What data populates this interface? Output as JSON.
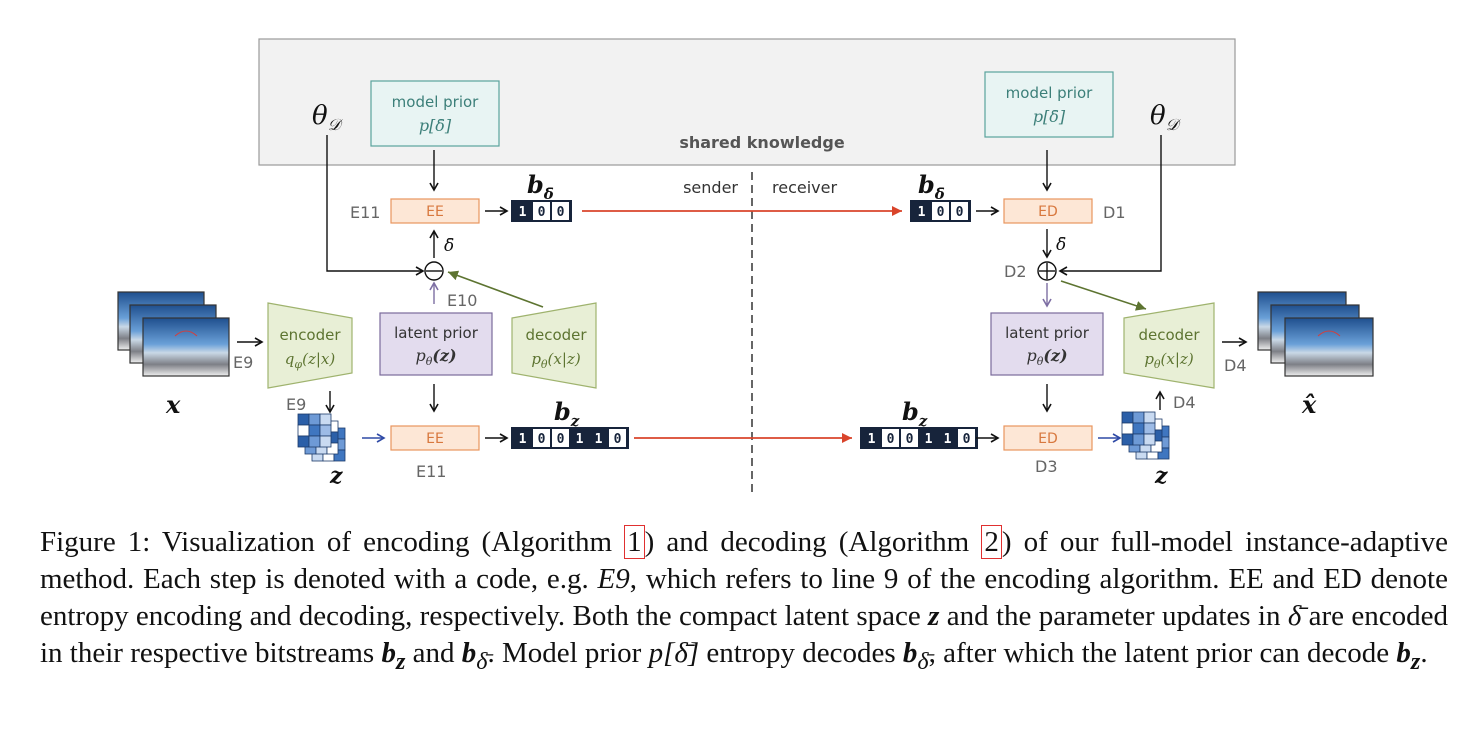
{
  "diagram": {
    "shared_knowledge": "shared knowledge",
    "theta_left": "θ",
    "theta_right": "θ",
    "theta_sub": "𝒟",
    "model_prior_label": "model prior",
    "model_prior_math": "p[δ̄]",
    "sender": "sender",
    "receiver": "receiver",
    "b_delta": "b",
    "b_delta_sub": "δ̄",
    "b_z": "b",
    "b_z_sub": "z",
    "ee": "EE",
    "ed": "ED",
    "delta_bar": "δ̄",
    "encoder_label": "encoder",
    "encoder_math": "q",
    "encoder_math_sub": "φ",
    "encoder_math_arg": "(z|x)",
    "decoder_label": "decoder",
    "decoder_math": "p",
    "decoder_math_sub": "θ",
    "decoder_math_arg": "(x|z)",
    "latent_prior_label": "latent prior",
    "latent_prior_math": "p",
    "latent_prior_sub": "θ",
    "latent_prior_arg": "(z)",
    "x_label": "x",
    "x_hat_label": "x̂",
    "z_label": "z",
    "codes": {
      "e9a": "E9",
      "e9b": "E9",
      "e10": "E10",
      "e11a": "E11",
      "e11b": "E11",
      "d1": "D1",
      "d2": "D2",
      "d3": "D3",
      "d4a": "D4",
      "d4b": "D4"
    },
    "bits_delta": [
      "1",
      "0",
      "0"
    ],
    "bits_z": [
      "1",
      "0",
      "0",
      "1",
      "1",
      "0"
    ],
    "colors": {
      "ee_fill": "#fde7d6",
      "ee_stroke": "#e8955e",
      "ee_text": "#d8783e",
      "prior_fill": "#e8f4f3",
      "prior_stroke": "#5aa39d",
      "prior_text": "#3c7f79",
      "latent_fill": "#e3dcee",
      "latent_stroke": "#7a6a9b",
      "trap_fill": "#e8efd6",
      "trap_stroke": "#9fb36e",
      "trap_text": "#5d7431",
      "red_arrow": "#d9442b",
      "olive_arrow": "#5d7431",
      "purple_arrow": "#7d6ea3",
      "blue_arrow": "#2f4aa6",
      "bit_dark": "#17243b"
    }
  },
  "caption": {
    "p1": "Figure 1:  Visualization of encoding (Algorithm ",
    "ref1": "1",
    "p2": ") and decoding (Algorithm ",
    "ref2": "2",
    "p3": ") of our full-model instance-adaptive method. Each step is denoted with a code, e.g. ",
    "code": "E9",
    "p4": ", which refers to line 9 of the encoding algorithm.  EE and ED denote entropy encoding and decoding, respectively.  Both the compact latent space ",
    "z1": "z",
    "p5": " and the parameter updates in ",
    "delta1": "δ̄",
    "p6": " are encoded in their respective bitstreams ",
    "bz1": "b",
    "bz1_sub": "z",
    "p7": " and ",
    "bd1": "b",
    "bd1_sub": "δ̄",
    "p8": ". Model prior ",
    "mp": "p[δ̄]",
    "p9": " entropy decodes ",
    "bd2": "b",
    "bd2_sub": "δ̄",
    "p10": ", after which the latent prior can decode ",
    "bz2": "b",
    "bz2_sub": "z",
    "p11": "."
  }
}
